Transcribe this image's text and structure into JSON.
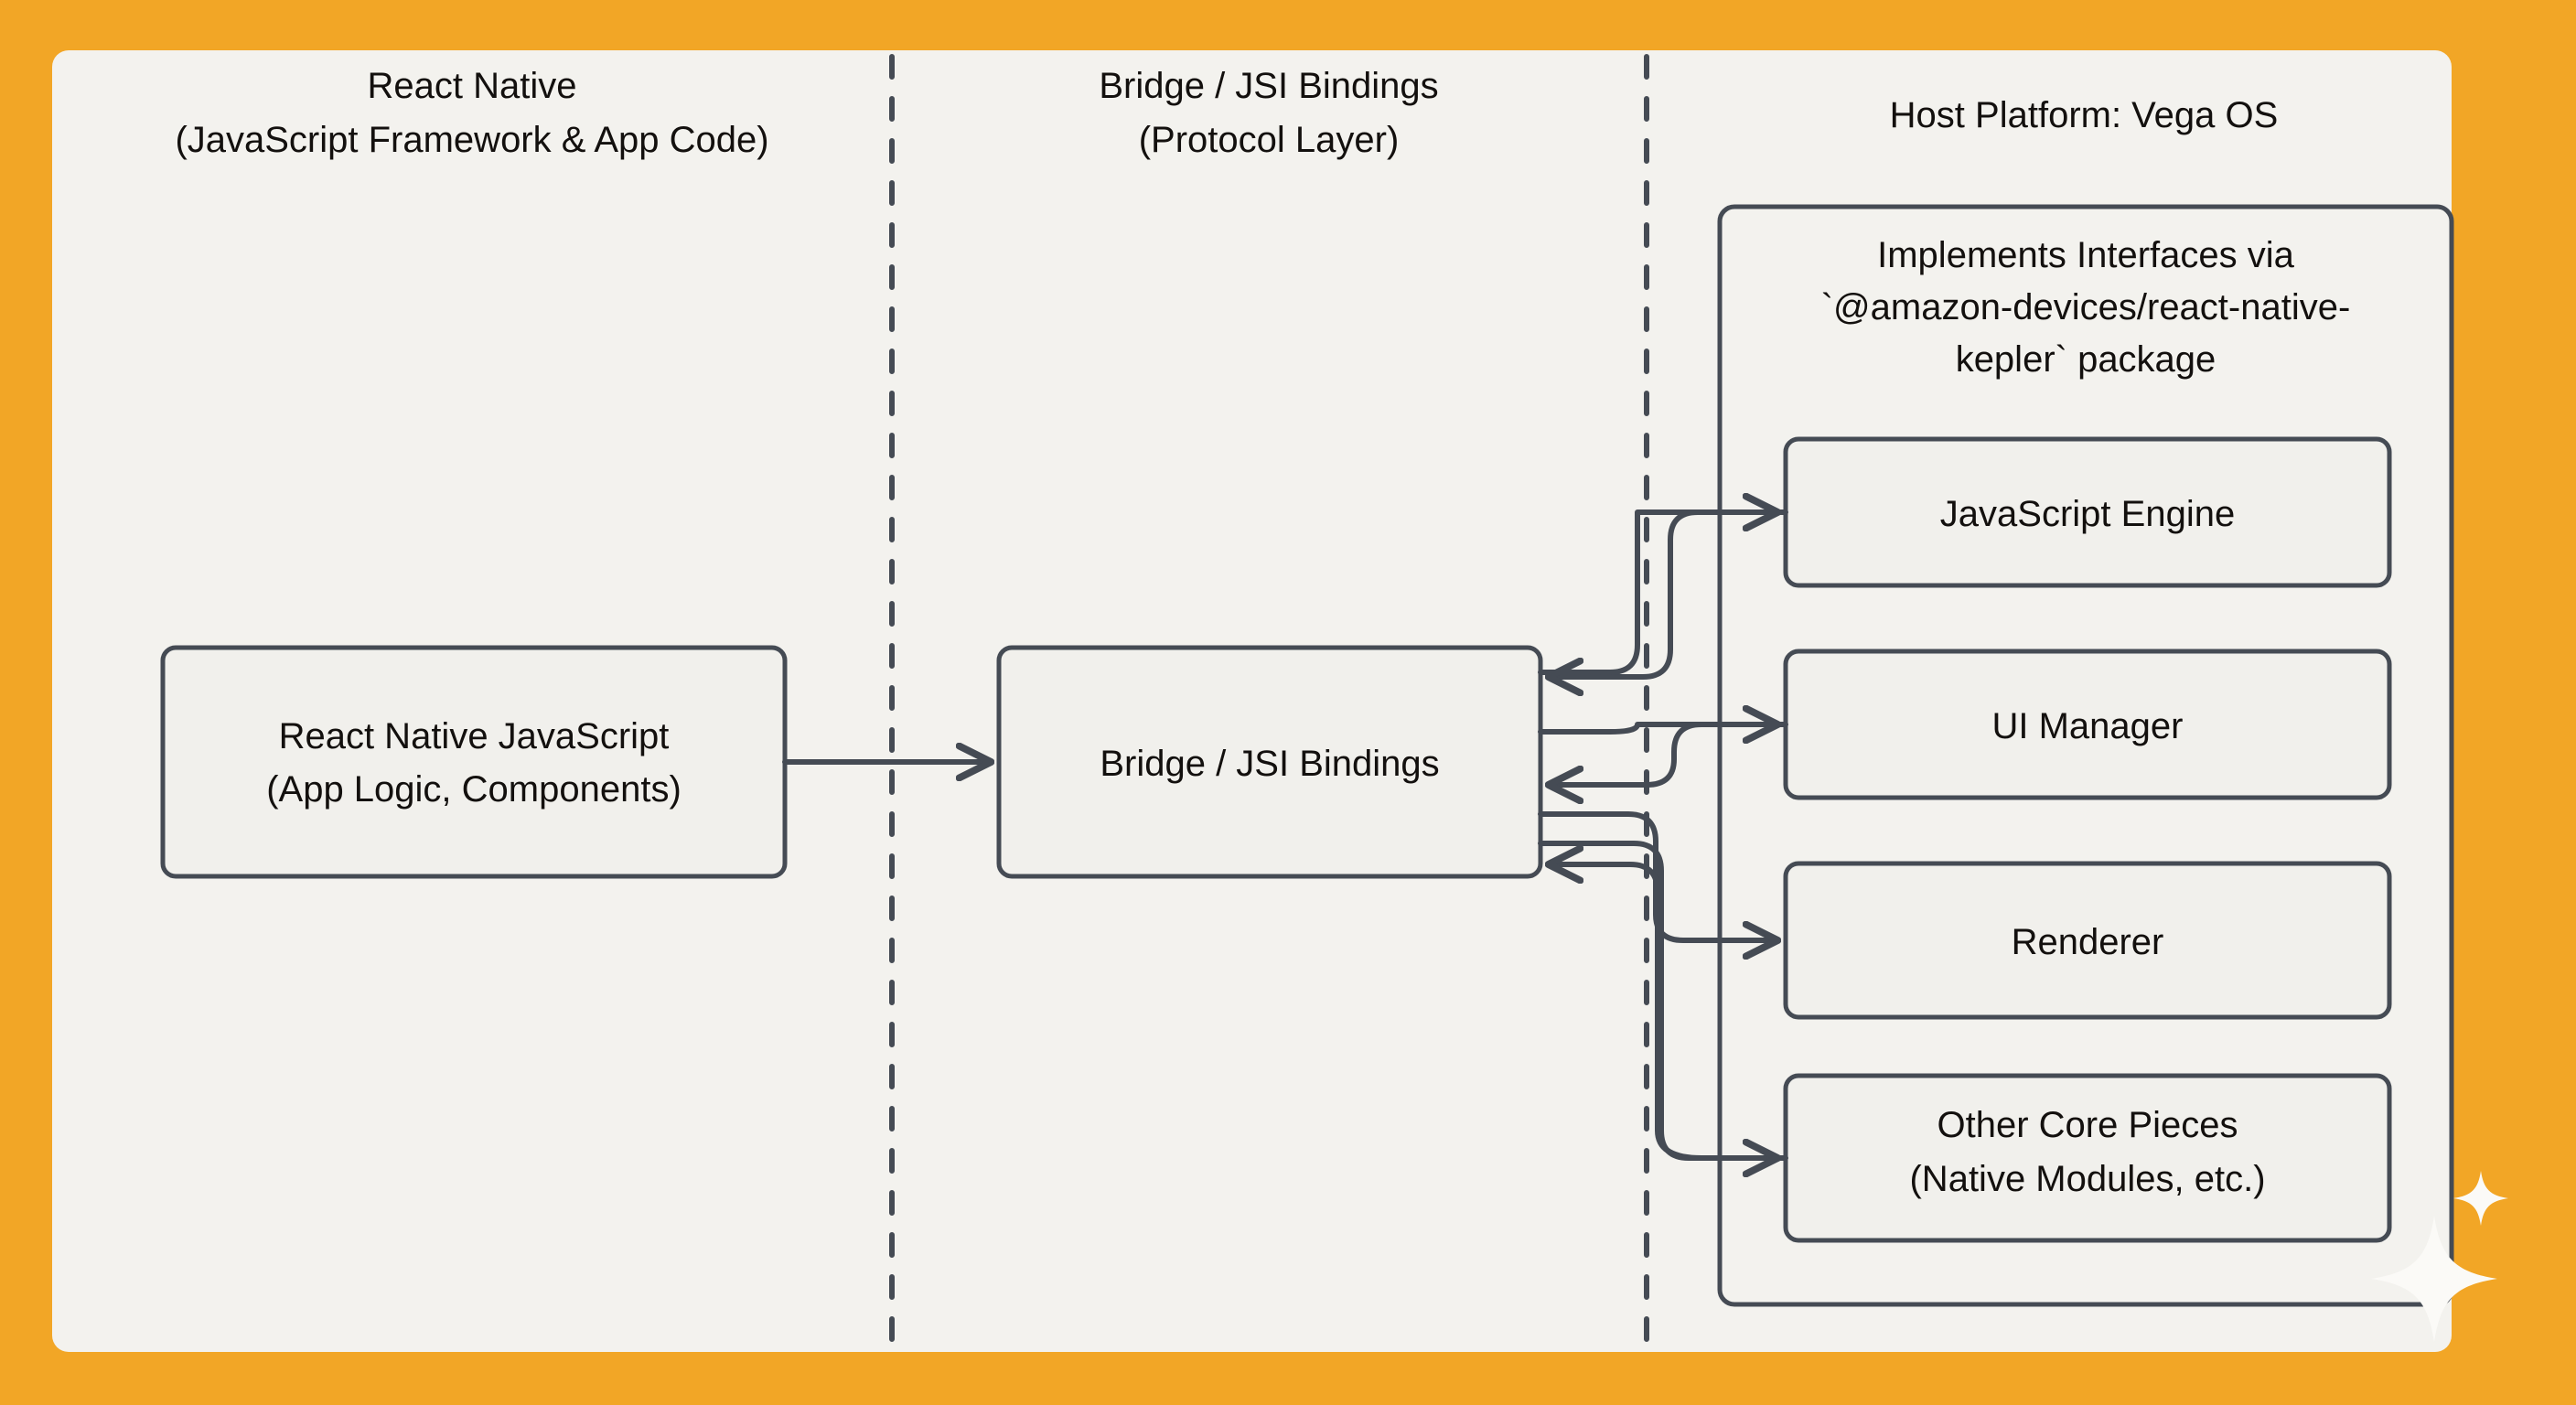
{
  "canvas": {
    "background_color": "#F2A626",
    "surface_color": "#F3F2EE",
    "stroke_color": "#454B54",
    "text_color": "#13100E"
  },
  "columns": [
    {
      "id": "react-native",
      "title_line1": "React Native",
      "title_line2": "(JavaScript Framework & App Code)"
    },
    {
      "id": "bridge",
      "title_line1": "Bridge / JSI Bindings",
      "title_line2": "(Protocol Layer)"
    },
    {
      "id": "host-platform",
      "title_line1": "Host Platform: Vega OS",
      "title_line2": ""
    }
  ],
  "nodes": {
    "react_native_js": {
      "line1": "React Native JavaScript",
      "line2": "(App Logic, Components)"
    },
    "bridge_jsi": {
      "line1": "Bridge / JSI Bindings",
      "line2": ""
    }
  },
  "group": {
    "title_line1": "Implements Interfaces via",
    "title_line2": "`@amazon-devices/react-native-",
    "title_line3": "kepler` package",
    "children": [
      {
        "id": "javascript-engine",
        "line1": "JavaScript Engine",
        "line2": ""
      },
      {
        "id": "ui-manager",
        "line1": "UI Manager",
        "line2": ""
      },
      {
        "id": "renderer",
        "line1": "Renderer",
        "line2": ""
      },
      {
        "id": "other-core-pieces",
        "line1": "Other Core Pieces",
        "line2": "(Native Modules, etc.)"
      }
    ]
  },
  "edges": [
    {
      "from": "react_native_js",
      "to": "bridge_jsi",
      "direction": "right"
    },
    {
      "from": "javascript-engine",
      "to": "bridge_jsi",
      "direction": "left"
    },
    {
      "from": "bridge_jsi",
      "to": "javascript-engine",
      "direction": "right"
    },
    {
      "from": "ui-manager",
      "to": "bridge_jsi",
      "direction": "left"
    },
    {
      "from": "bridge_jsi",
      "to": "ui-manager",
      "direction": "right"
    },
    {
      "from": "bridge_jsi",
      "to": "renderer",
      "direction": "right"
    },
    {
      "from": "other-core-pieces",
      "to": "bridge_jsi",
      "direction": "left"
    },
    {
      "from": "bridge_jsi",
      "to": "other-core-pieces",
      "direction": "right"
    }
  ]
}
